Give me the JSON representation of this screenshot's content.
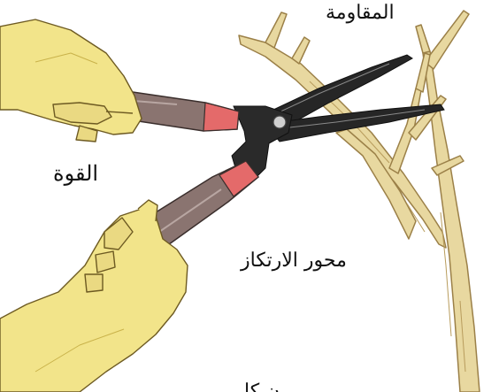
{
  "labels": {
    "resistance": "المقاومة",
    "force": "القوة",
    "fulcrum": "محور الارتكاز",
    "bottom_cut": "ن كا"
  },
  "colors": {
    "skin": "#f2e48a",
    "skin_shade": "#c9b24a",
    "handle": "#8a7470",
    "handle_dark": "#5b4a47",
    "grip_band": "#e46a6a",
    "blade": "#262626",
    "branch": "#e8d8a0",
    "branch_shade": "#b89c5c"
  }
}
